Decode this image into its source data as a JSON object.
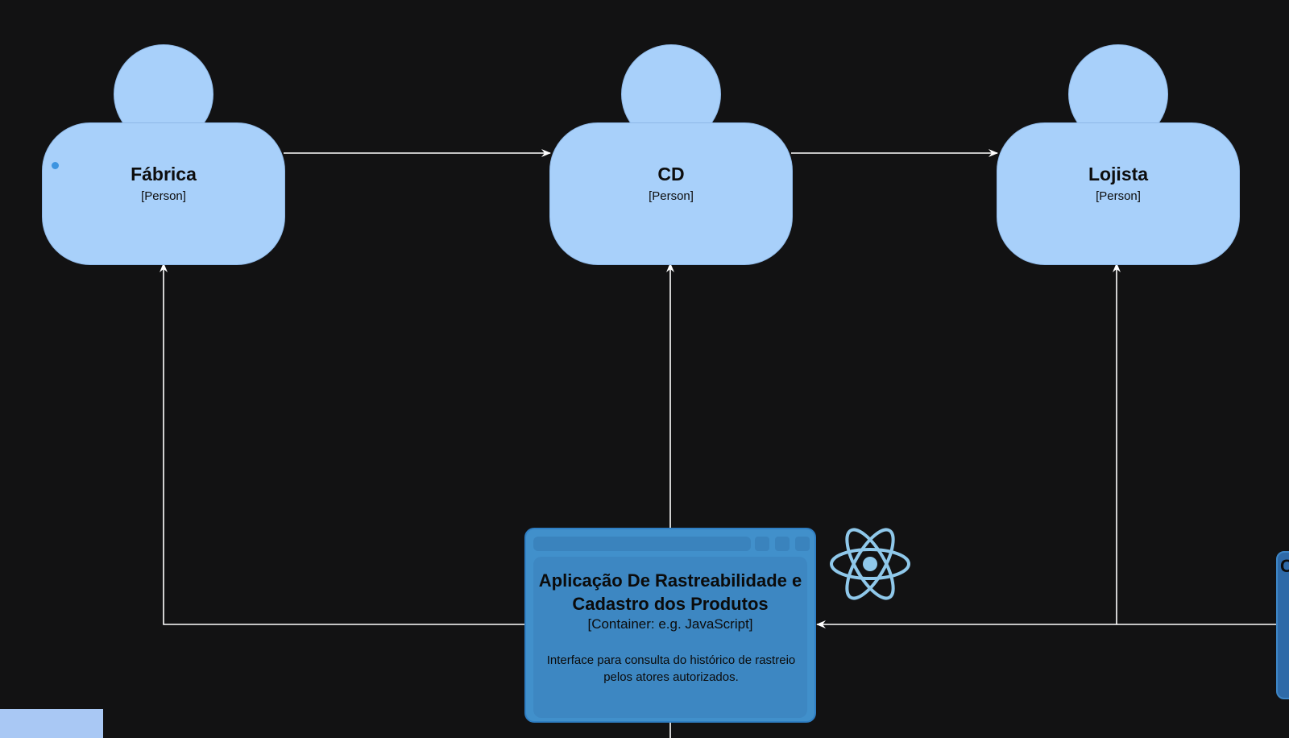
{
  "persons": [
    {
      "name": "Fábrica",
      "type": "[Person]"
    },
    {
      "name": "CD",
      "type": "[Person]"
    },
    {
      "name": "Lojista",
      "type": "[Person]"
    }
  ],
  "container": {
    "title": "Aplicação De Rastreabilidade e Cadastro dos Produtos",
    "technology": "[Container: e.g. JavaScript]",
    "description": "Interface para consulta do histórico de rastreio pelos atores autorizados."
  },
  "partial_right_box": {
    "label_fragment": "C"
  },
  "icons": {
    "react": "react-atom-icon"
  },
  "colors": {
    "background": "#121213",
    "person_fill": "#a8d0fa",
    "container_fill": "#4190cb",
    "edge": "#ffffff",
    "react_icon": "#8fc8ea"
  }
}
